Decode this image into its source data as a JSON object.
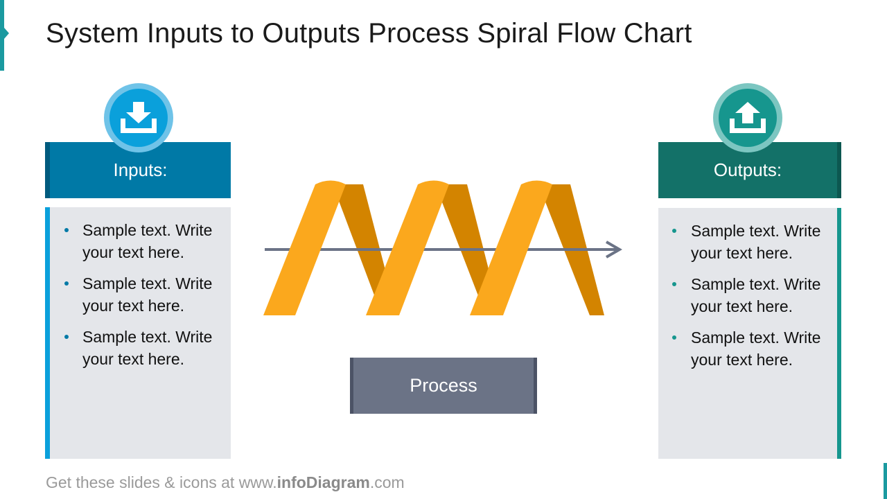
{
  "title": "System Inputs to Outputs Process Spiral Flow Chart",
  "inputs": {
    "label": "Inputs:",
    "icon": "download-icon",
    "items": [
      "Sample text. Write your text here.",
      "Sample text. Write your text here.",
      "Sample text. Write your text here."
    ]
  },
  "outputs": {
    "label": "Outputs:",
    "icon": "upload-icon",
    "items": [
      "Sample text. Write your text here.",
      "Sample text. Write your text here.",
      "Sample text. Write your text here."
    ]
  },
  "process": {
    "label": "Process"
  },
  "footer": {
    "prefix": "Get these slides & icons at www.",
    "brand": "infoDiagram",
    "suffix": ".com"
  },
  "colors": {
    "inputs_dark": "#0079a6",
    "inputs_light": "#0aa0db",
    "outputs_dark": "#137168",
    "outputs_light": "#16968e",
    "spiral_front": "#fba81d",
    "spiral_back": "#d38400",
    "process": "#6b7386",
    "arrow": "#6b7386"
  }
}
